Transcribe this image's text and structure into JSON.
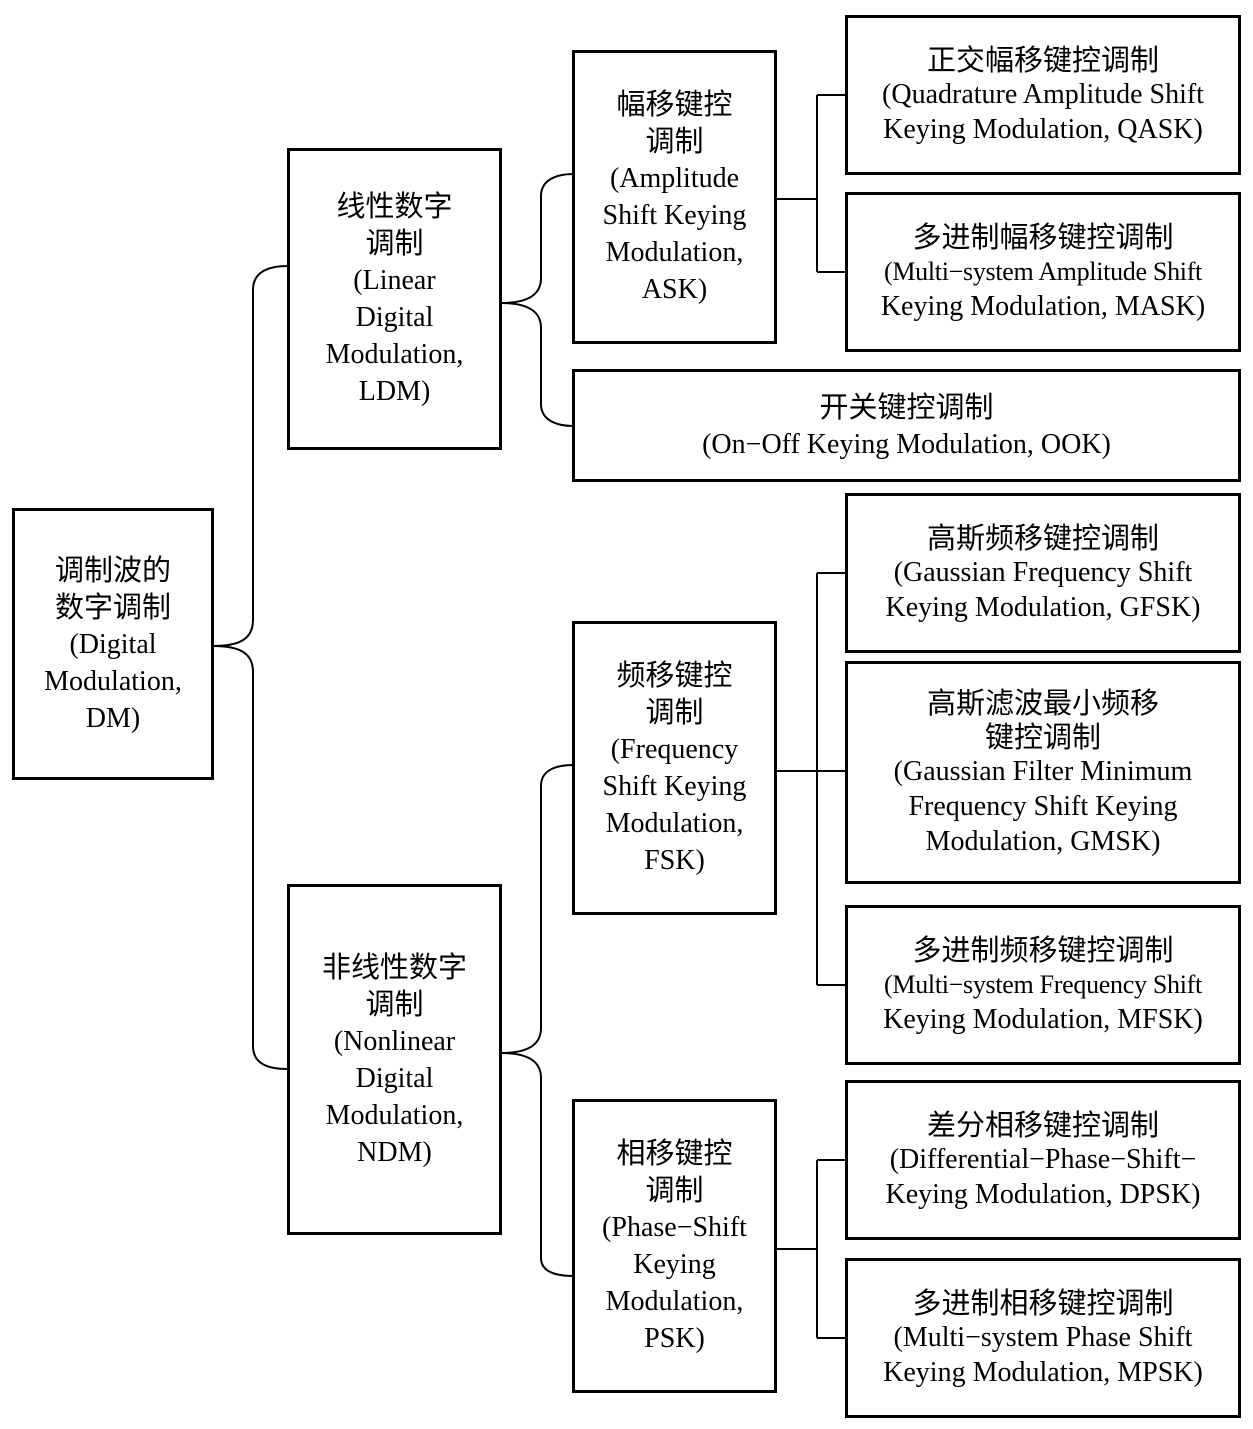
{
  "nodes": {
    "dm": {
      "zh": [
        "调制波的",
        "数字调制"
      ],
      "en": [
        "(Digital",
        "Modulation,",
        "DM)"
      ]
    },
    "ldm": {
      "zh": [
        "线性数字",
        "调制"
      ],
      "en": [
        "(Linear",
        "Digital",
        "Modulation,",
        "LDM)"
      ]
    },
    "ndm": {
      "zh": [
        "非线性数字",
        "调制"
      ],
      "en": [
        "(Nonlinear",
        "Digital",
        "Modulation,",
        "NDM)"
      ]
    },
    "ask": {
      "zh": [
        "幅移键控",
        "调制"
      ],
      "en": [
        "(Amplitude",
        "Shift Keying",
        "Modulation,",
        "ASK)"
      ]
    },
    "ook": {
      "zh": [
        "开关键控调制"
      ],
      "en": [
        "(On−Off Keying Modulation, OOK)"
      ]
    },
    "fsk": {
      "zh": [
        "频移键控",
        "调制"
      ],
      "en": [
        "(Frequency",
        "Shift Keying",
        "Modulation,",
        "FSK)"
      ]
    },
    "psk": {
      "zh": [
        "相移键控",
        "调制"
      ],
      "en": [
        "(Phase−Shift",
        "Keying",
        "Modulation,",
        "PSK)"
      ]
    },
    "qask": {
      "zh": [
        "正交幅移键控调制"
      ],
      "en": [
        "(Quadrature Amplitude Shift",
        "Keying Modulation, QASK)"
      ]
    },
    "mask": {
      "zh": [
        "多进制幅移键控调制"
      ],
      "en": [
        "(Multi−system Amplitude Shift",
        "Keying Modulation, MASK)"
      ]
    },
    "gfsk": {
      "zh": [
        "高斯频移键控调制"
      ],
      "en": [
        "(Gaussian Frequency Shift",
        "Keying Modulation, GFSK)"
      ]
    },
    "gmsk": {
      "zh": [
        "高斯滤波最小频移",
        "键控调制"
      ],
      "en": [
        "(Gaussian Filter Minimum",
        "Frequency Shift Keying",
        "Modulation, GMSK)"
      ]
    },
    "mfsk": {
      "zh": [
        "多进制频移键控调制"
      ],
      "en": [
        "(Multi−system Frequency Shift",
        "Keying Modulation, MFSK)"
      ]
    },
    "dpsk": {
      "zh": [
        "差分相移键控调制"
      ],
      "en": [
        "(Differential−Phase−Shift−",
        "Keying Modulation, DPSK)"
      ]
    },
    "mpsk": {
      "zh": [
        "多进制相移键控调制"
      ],
      "en": [
        "(Multi−system Phase Shift",
        "Keying Modulation, MPSK)"
      ]
    }
  }
}
